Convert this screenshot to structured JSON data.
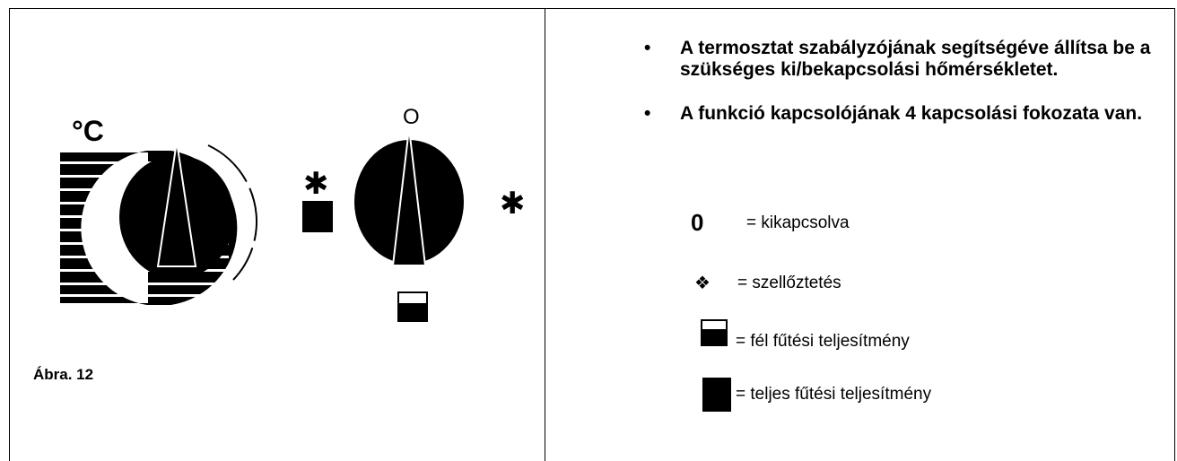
{
  "left_panel": {
    "caption": "Ábra. 12",
    "unit_label": "°C",
    "off_label": "O"
  },
  "right_panel": {
    "bullets": [
      {
        "text": "A termosztat szabályzójának segítségéve állítsa be a szükséges ki/bekapcsolási hőmérsékletet."
      },
      {
        "text": "A funkció kapcsolójának 4 kapcsolási fokozata van."
      }
    ],
    "legend": [
      {
        "symbol": "0",
        "text": "= kikapcsolva"
      },
      {
        "symbol": "❖",
        "text": "= szellőztetés"
      },
      {
        "symbol": "half-heat-square-icon",
        "text": "= fél fűtési teljesítmény"
      },
      {
        "symbol": "full-heat-square-icon",
        "text": "= teljes fűtési teljesítmény"
      }
    ]
  }
}
